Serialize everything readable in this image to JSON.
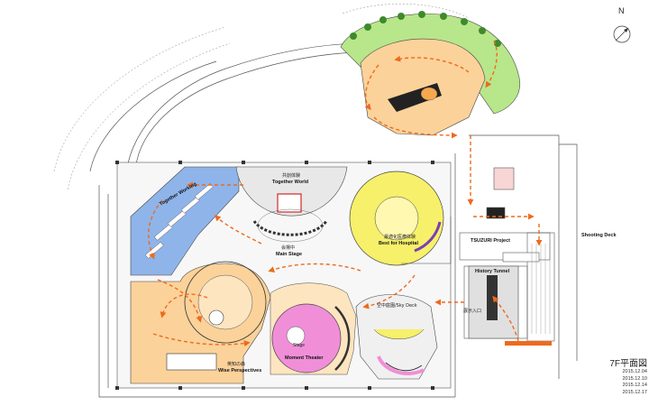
{
  "compass": {
    "label": "N"
  },
  "plan": {
    "title": "7F平面図",
    "revisions": [
      "2015.12.04",
      "2015.12.10",
      "2015.12.14",
      "2015.12.17"
    ]
  },
  "zones": {
    "together_working": {
      "en": "Together Working"
    },
    "together_world": {
      "jp": "共創体験",
      "en": "Together World"
    },
    "main_stage": {
      "jp": "会場中",
      "en": "Main Stage"
    },
    "best_for_hospital": {
      "jp": "最適化医療体験",
      "en": "Best for Hospital"
    },
    "moment_theater": {
      "en": "Moment Theater"
    },
    "sky_deck": {
      "jp": "空中庭園/Sky Deck"
    },
    "wise_perspectives": {
      "jp": "英知の森",
      "en": "Wise Perspectives"
    },
    "tsuzuri_project": {
      "en": "TSUZURI Project"
    },
    "history_tunnel": {
      "en": "History Tunnel"
    },
    "entrance": {
      "jp": "展示入口"
    },
    "shooting_deck": {
      "en": "Shooting Deck"
    },
    "stage_label": {
      "en": "Stage"
    }
  },
  "colors": {
    "blue_zone": "#8fb4ea",
    "yellow_zone": "#f6f06a",
    "pink_zone": "#f08fd8",
    "orange_zone": "#fbd29a",
    "green_zone": "#b8e68a",
    "route_arrow": "#ee6a1e"
  }
}
